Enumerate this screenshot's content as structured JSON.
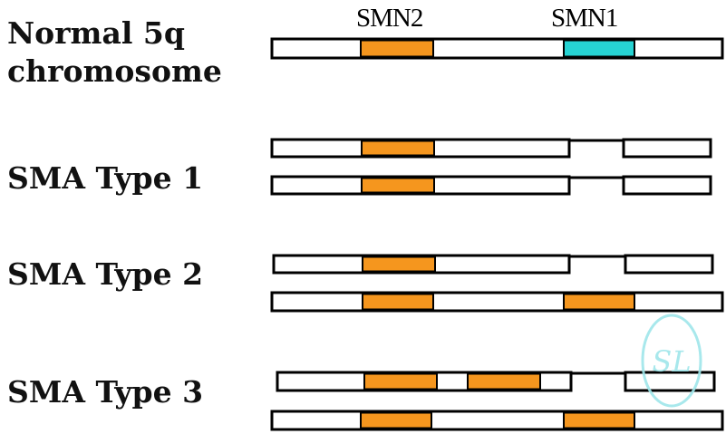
{
  "genes": {
    "smn2": "SMN2",
    "smn1": "SMN1"
  },
  "rows": {
    "normal": "Normal 5q",
    "normal_line2": "chromosome",
    "type1": "SMA Type 1",
    "type2": "SMA Type 2",
    "type3": "SMA Type 3"
  },
  "watermark": "SL",
  "colors": {
    "smn2": "#f5961e",
    "smn1_normal": "#26d3d3",
    "segment_fill": "#ffffff",
    "outline": "#000000",
    "watermark": "#9fe6ea"
  }
}
